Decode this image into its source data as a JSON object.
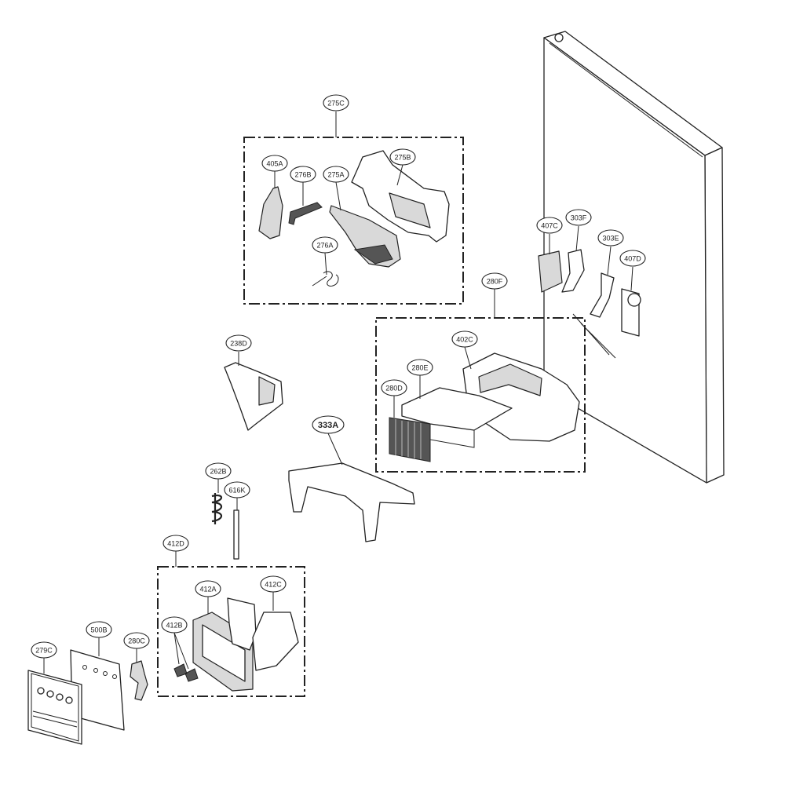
{
  "labels": {
    "l275C": "275C",
    "l405A": "405A",
    "l276B": "276B",
    "l275A": "275A",
    "l275B": "275B",
    "l276A": "276A",
    "l407C": "407C",
    "l303F": "303F",
    "l303E": "303E",
    "l407D": "407D",
    "l280F": "280F",
    "l402C": "402C",
    "l280E": "280E",
    "l280D": "280D",
    "l238D": "238D",
    "l333A": "333A",
    "l262B": "262B",
    "l616K": "616K",
    "l412D": "412D",
    "l412A": "412A",
    "l412C": "412C",
    "l412B": "412B",
    "l279C": "279C",
    "l500B": "500B",
    "l280C": "280C"
  },
  "colors": {
    "line": "#222222",
    "fill": "#ffffff",
    "shade": "#d9d9d9"
  }
}
